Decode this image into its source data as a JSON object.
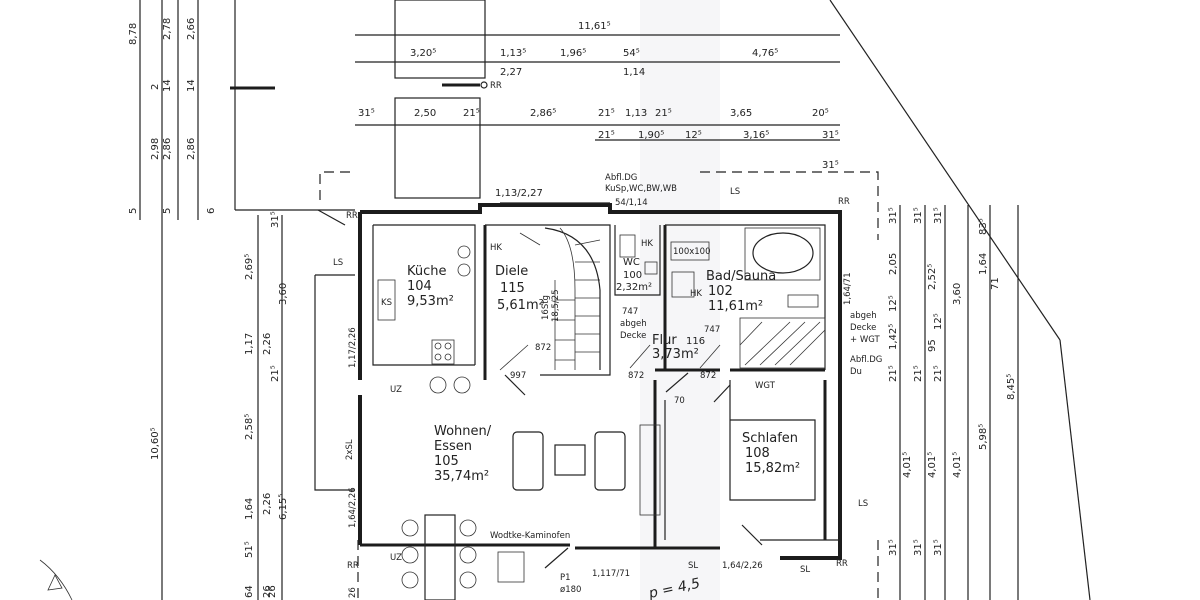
{
  "rooms": {
    "kueche": {
      "name": "Küche",
      "number": "104",
      "area": "9,53m²"
    },
    "diele": {
      "name": "Diele",
      "number": "115",
      "area": "5,61m²"
    },
    "wc": {
      "name": "WC",
      "number": "100",
      "area": "2,32m²"
    },
    "bad": {
      "name": "Bad/Sauna",
      "number": "102",
      "area": "11,61m²"
    },
    "flur": {
      "name": "Flur",
      "number": "116",
      "area": "3,73m²"
    },
    "wohnen": {
      "line1": "Wohnen/",
      "line2": "Essen",
      "number": "105",
      "area": "35,74m²"
    },
    "schlafen": {
      "name": "Schlafen",
      "number": "108",
      "area": "15,82m²"
    }
  },
  "annotations": {
    "abfl_dg_top": "Abfl.DG",
    "kusp": "KuSp,WC,BW,WB",
    "opening_54": "54/1,14",
    "opening_113": "1,13/2,27",
    "stair_label": "16Stg",
    "stair_size": "18,5/25",
    "box_100": "100x100",
    "hk1": "HK",
    "hk2": "HK",
    "hk3": "HK",
    "ls1": "LS",
    "ls2": "LS",
    "ls3": "LS",
    "rr1": "RR",
    "rr2": "RR",
    "rr3": "RR",
    "rr4": "RR",
    "rr5": "RR",
    "ks": "KS",
    "uz1": "UZ",
    "uz2": "UZ",
    "sl1": "SL",
    "sl2": "SL",
    "two_x_sl": "2xSL",
    "wgt": "WGT",
    "abgeh_1": "abgeh",
    "abgeh_2": "Decke",
    "abgeh_3": "+ WGT",
    "abfl_du_1": "Abfl.DG",
    "abfl_du_2": "Du",
    "deck_1": "abgeh",
    "deck_2": "Decke",
    "kaminofen": "Wodtke-Kaminofen",
    "n997": "997",
    "n872a": "872",
    "n872b": "872",
    "n872c": "872",
    "n747a": "747",
    "n747b": "747",
    "n70": "70",
    "n180": "ø180",
    "n_p1": "P1",
    "dim_left_bottom": "1,64/2,26",
    "dim_left_mid": "1,17/2,26",
    "dim_right_tall": "1,64/71",
    "dim_bottom_a": "1,64/2,26",
    "dim_bottom_b": "1,117/71",
    "handwriting": "p = 4,5"
  },
  "dims_top": {
    "total": "11,61⁵",
    "r2a": "3,20⁵",
    "r2b": "1,13⁵",
    "r2c": "1,96⁵",
    "r2d": "54⁵",
    "r2e": "4,76⁵",
    "r3a": "2,27",
    "r3b": "1,14",
    "r4a": "31⁵",
    "r4b": "2,50",
    "r4c": "21⁵",
    "r4d": "2,86⁵",
    "r4e": "21⁵",
    "r4f": "1,13",
    "r4g": "21⁵",
    "r4h": "3,65",
    "r4i": "20⁵",
    "r5a": "21⁵",
    "r5b": "1,90⁵",
    "r5c": "12⁵",
    "r5d": "3,16⁵",
    "r5e": "31⁵",
    "r6": "31⁵"
  },
  "dims_left": {
    "a1": "8,78",
    "a2": "2",
    "a3": "2,98",
    "a4": "5",
    "a5": "10,60⁵",
    "a6": "64",
    "b1": "2,78",
    "b2": "14",
    "b3": "2,86",
    "b4": "5",
    "b5": "26",
    "c1": "2,66",
    "c2": "14",
    "c3": "2,86",
    "c4": "6",
    "d1": "31⁵",
    "d2": "2,69⁵",
    "d3": "1,17",
    "d4": "21⁵",
    "d5": "2,58⁵",
    "d6": "1,64",
    "d7": "51⁵",
    "e1": "3,60",
    "e2": "2,26",
    "e3": "2,26",
    "e4": "6,15⁵",
    "e5": "26"
  },
  "dims_right": {
    "f1": "31⁵",
    "f2": "2,05",
    "f3": "12⁵",
    "f4": "1,42⁵",
    "f5": "21⁵",
    "f6": "4,01⁵",
    "f7": "31⁵",
    "g1": "31⁵",
    "g2": "2,52⁵",
    "g3": "95",
    "g4": "21⁵",
    "g5": "4,01⁵",
    "g6": "31⁵",
    "h1": "31⁵",
    "h2": "12⁵",
    "h3": "21⁵",
    "h4": "4,01⁵",
    "h5": "31⁵",
    "i1": "3,60",
    "i2": "5,98⁵",
    "j1": "83⁵",
    "j2": "1,64",
    "j3": "71",
    "j4": "8,45⁵"
  }
}
